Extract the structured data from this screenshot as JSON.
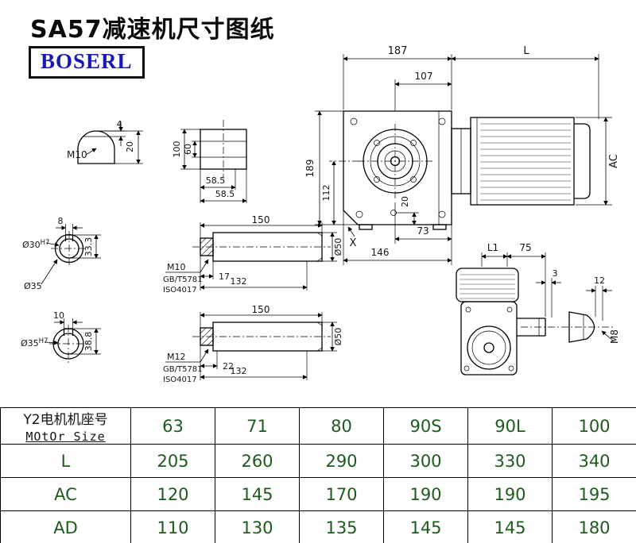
{
  "header": {
    "title": "SA57减速机尺寸图纸",
    "logo": "BOSERL"
  },
  "colors": {
    "logo_text": "#1a18b4",
    "drawing_line": "#000000",
    "table_value_text": "#1e5a1e"
  },
  "drawing": {
    "side_view": {
      "dim_top_width": "187",
      "dim_motor_length": "L",
      "dim_flange_width": "107",
      "dim_height": "189",
      "dim_axis_height": "112",
      "dim_plug": "20",
      "dim_shaft_to_face": "73",
      "dim_base_length": "146",
      "dim_motor_height": "AC",
      "label_x": "X"
    },
    "front_view": {
      "dim_l1": "L1",
      "dim_75": "75",
      "dim_3": "3",
      "dim_12": "12",
      "label_m8": "M8"
    },
    "key_section": {
      "dim_4": "4",
      "dim_20": "20",
      "label_m10": "M10"
    },
    "shaft_end_view": {
      "dim_100": "100",
      "dim_60": "60",
      "dim_585_a": "58.5",
      "dim_585_b": "58.5"
    },
    "bore_view_1": {
      "dim_key_width": "8",
      "label_bore": "Ø30",
      "label_bore_tol": "H7",
      "dim_key_height": "33.3",
      "label_outer": "Ø35"
    },
    "bore_view_2": {
      "dim_key_width": "10",
      "label_bore": "Ø35",
      "label_bore_tol": "H7",
      "dim_key_height": "38.8"
    },
    "shaft_1": {
      "dim_length": "150",
      "label_thread": "M10",
      "label_std_1": "GB/T5781",
      "label_std_2": "ISO4017",
      "dim_thread_len": "17",
      "dim_fit_len": "132",
      "dim_dia": "Ø50"
    },
    "shaft_2": {
      "dim_length": "150",
      "label_thread": "M12",
      "label_std_1": "GB/T5781",
      "label_std_2": "ISO4017",
      "dim_thread_len": "22",
      "dim_fit_len": "132",
      "dim_dia": "Ø50"
    }
  },
  "table": {
    "header": {
      "label_cn": "Y2电机机座号",
      "label_en": "MOtOr Size",
      "values": [
        "63",
        "71",
        "80",
        "90S",
        "90L",
        "100"
      ]
    },
    "rows": [
      {
        "label": "L",
        "values": [
          "205",
          "260",
          "290",
          "300",
          "330",
          "340"
        ]
      },
      {
        "label": "AC",
        "values": [
          "120",
          "145",
          "170",
          "190",
          "190",
          "195"
        ]
      },
      {
        "label": "AD",
        "values": [
          "110",
          "130",
          "135",
          "145",
          "145",
          "180"
        ]
      }
    ]
  }
}
